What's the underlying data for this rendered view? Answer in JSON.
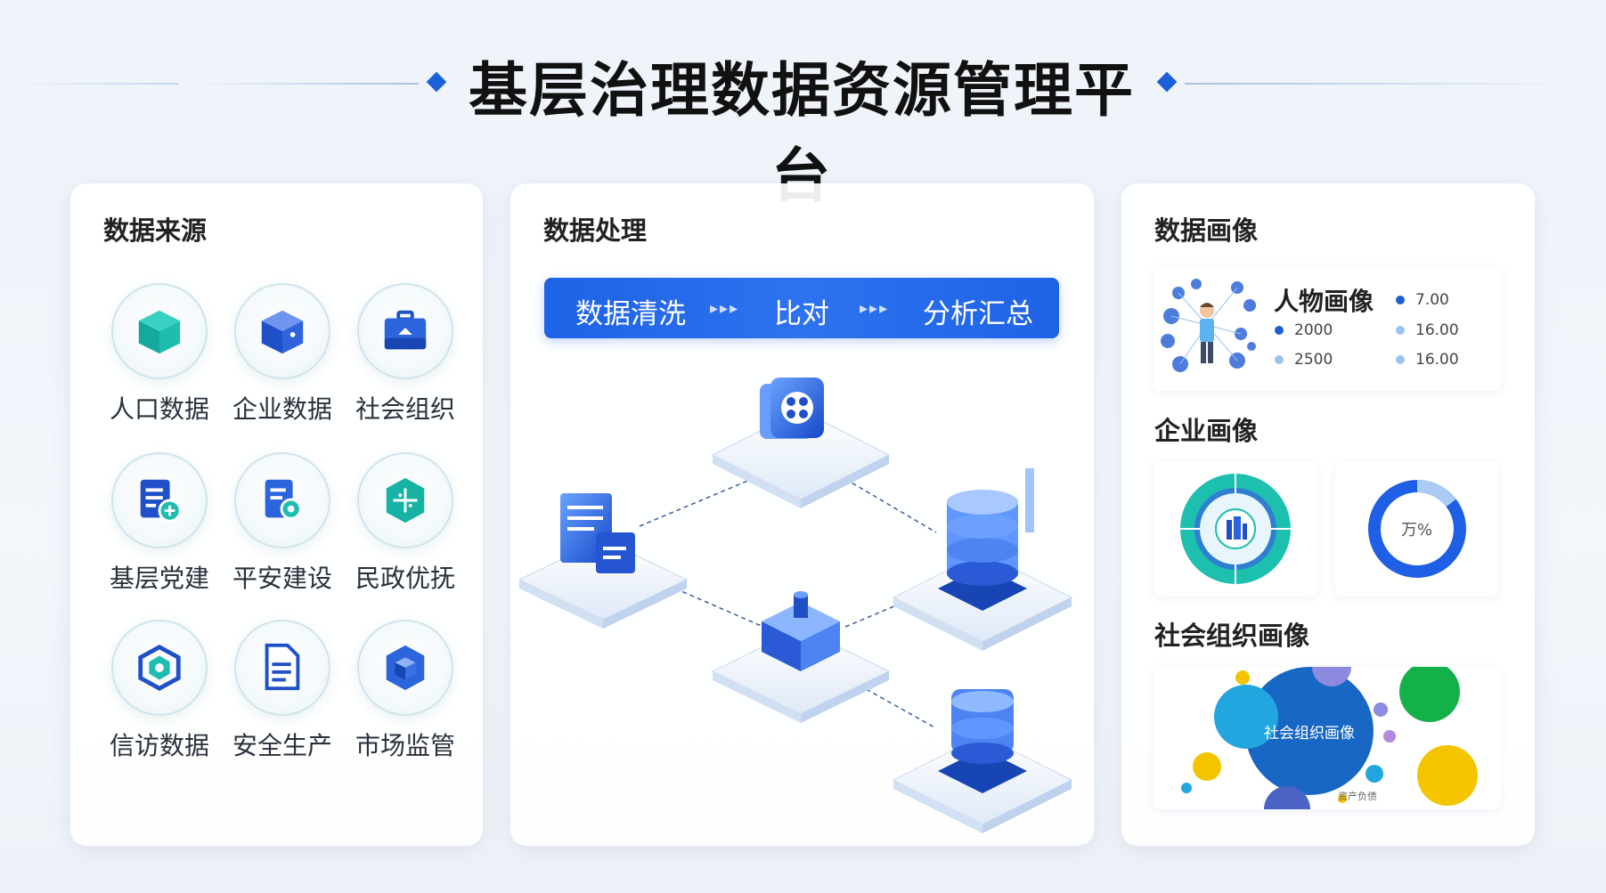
{
  "header": {
    "title": "基层治理数据资源管理平台"
  },
  "sources": {
    "title": "数据来源",
    "items": [
      {
        "label": "人口数据",
        "icon": "cube-icon"
      },
      {
        "label": "企业数据",
        "icon": "box-icon"
      },
      {
        "label": "社会组织",
        "icon": "toolbox-icon"
      },
      {
        "label": "基层党建",
        "icon": "document-add-icon"
      },
      {
        "label": "平安建设",
        "icon": "document-gear-icon"
      },
      {
        "label": "民政优抚",
        "icon": "shield-cross-icon"
      },
      {
        "label": "信访数据",
        "icon": "hexagon-icon"
      },
      {
        "label": "安全生产",
        "icon": "file-icon"
      },
      {
        "label": "市场监管",
        "icon": "hex-cube-icon"
      }
    ]
  },
  "processing": {
    "title": "数据处理",
    "steps": [
      "数据清洗",
      "比对",
      "分析汇总"
    ],
    "arrow": "▸▸▸"
  },
  "portrait": {
    "title": "数据画像",
    "person": {
      "title": "人物画像",
      "legend": [
        {
          "value": "7.00",
          "color": "#1f5fd6"
        },
        {
          "value": "2000",
          "color": "#1f5fd6"
        },
        {
          "value": "16.00",
          "color": "#9cc3ee"
        },
        {
          "value": "2500",
          "color": "#9cc3ee"
        },
        {
          "value": "16.00",
          "color": "#9cc3ee"
        }
      ]
    },
    "enterprise": {
      "title": "企业画像",
      "donut_label": "万%"
    },
    "social": {
      "title": "社会组织画像",
      "bubble_label": "社会组织画像",
      "footnote": "资产负债"
    }
  }
}
